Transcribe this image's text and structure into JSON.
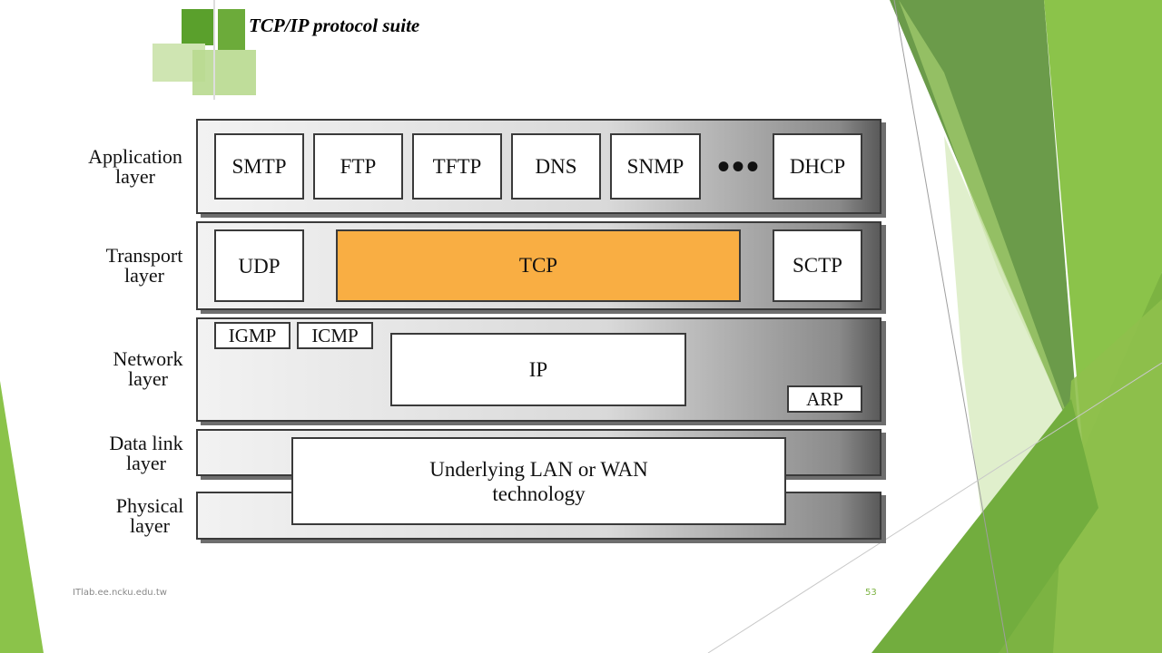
{
  "slide": {
    "title": "TCP/IP protocol suite",
    "footer_left": "ITlab.ee.ncku.edu.tw",
    "page_number": "53"
  },
  "layers": {
    "application": "Application\nlayer",
    "transport": "Transport\nlayer",
    "network": "Network\nlayer",
    "datalink": "Data link\nlayer",
    "physical": "Physical\nlayer"
  },
  "protocols": {
    "smtp": "SMTP",
    "ftp": "FTP",
    "tftp": "TFTP",
    "dns": "DNS",
    "snmp": "SNMP",
    "ellipsis": "•••",
    "dhcp": "DHCP",
    "udp": "UDP",
    "tcp": "TCP",
    "sctp": "SCTP",
    "igmp": "IGMP",
    "icmp": "ICMP",
    "ip": "IP",
    "arp": "ARP"
  },
  "underlying": {
    "line1": "Underlying LAN or WAN",
    "line2": "technology"
  },
  "colors": {
    "accent_green": "#7cb342",
    "tcp_fill": "#f9ae43"
  }
}
